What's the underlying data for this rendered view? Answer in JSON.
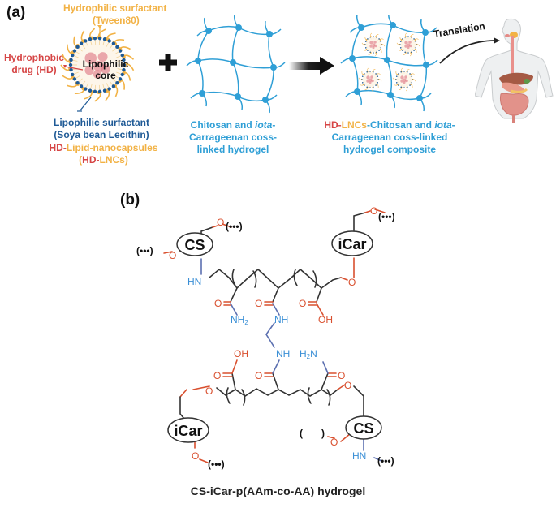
{
  "panel_a": {
    "label": "(a)",
    "nanocapsule": {
      "hydrophilic_surfactant": [
        "Hydrophilic surfactant",
        "(Tween80)"
      ],
      "hydrophobic_drug": [
        "Hydrophobic",
        "drug (HD)"
      ],
      "core": [
        "Lipophilic",
        "core"
      ],
      "lipophilic_surfactant": [
        "Lipophilic surfactant",
        "(Soya bean Lecithin)"
      ],
      "name_line1_hd": "HD-",
      "name_line1_rest": "Lipid-nanocapsules",
      "name_line2_open": "(",
      "name_line2_hd": "HD-",
      "name_line2_rest": "LNCs)"
    },
    "plus_symbol": "+",
    "hydrogel_caption": {
      "line1_a": "Chitosan and ",
      "line1_italic": "iota",
      "line1_b": "-",
      "line2": "Carrageenan coss-",
      "line3": "linked hydrogel"
    },
    "composite_caption": {
      "hd": "HD-",
      "lncs": "LNCs",
      "line1_a": "-Chitosan and ",
      "line1_italic": "iota",
      "line1_b": "-",
      "line2": "Carrageenan coss-linked",
      "line3": "hydrogel composite"
    },
    "translation_label": "Translation",
    "colors": {
      "hydrophilic": "#f2b245",
      "drug": "#d64545",
      "lipophilic": "#1f5a96",
      "hydrogel": "#2f9fd6"
    }
  },
  "panel_b": {
    "label": "(b)",
    "nodes": {
      "cs_top": "CS",
      "icar_top": "iCar",
      "icar_bottom": "iCar",
      "cs_bottom": "CS"
    },
    "atoms": {
      "O": "O",
      "HN": "HN",
      "NH": "NH",
      "NH2": "NH",
      "H2N": "H",
      "N": "N",
      "sub2": "2",
      "OH": "OH",
      "ellipsis": "(•••)",
      "open_paren": "(",
      "close_paren": ")"
    },
    "caption": "CS-iCar-p(AAm-co-AA) hydrogel",
    "colors": {
      "oxygen": "#d9502f",
      "nitrogen": "#3a8fd6",
      "bond": "#333333"
    }
  }
}
